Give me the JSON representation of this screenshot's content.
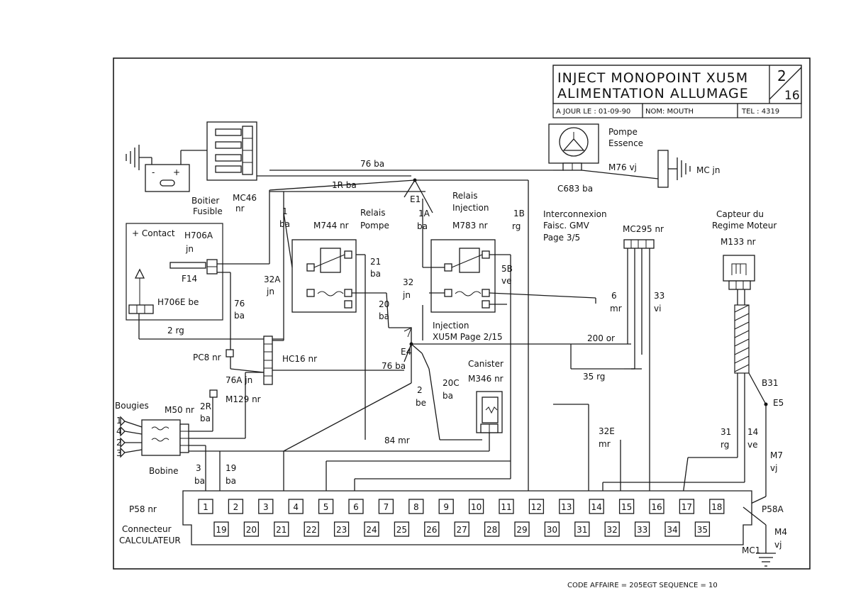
{
  "title": {
    "line1": "INJECT MONOPOINT XU5M",
    "line2": "ALIMENTATION ALLUMAGE",
    "page_num": "2",
    "page_total": "16",
    "date": "A JOUR LE : 01-09-90",
    "name": "NOM: MOUTH",
    "tel": "TEL : 4319"
  },
  "footer": "CODE AFFAIRE = 205EGT SEQUENCE = 10",
  "labels": {
    "boitier": "Boitier",
    "fusible": "Fusible",
    "mc46": "MC46",
    "nr": "nr",
    "w76ba": "76 ba",
    "w1rba": "1R ba",
    "e1": "E1",
    "pompe": "Pompe",
    "essence": "Essence",
    "m76": "M76 vj",
    "mcjn": "MC jn",
    "c683": "C683 ba",
    "contact": "+ Contact",
    "h706a": "H706A",
    "jn": "jn",
    "f14": "F14",
    "h706e": "H706E be",
    "w2rg": "2 rg",
    "w1": "1",
    "ba": "ba",
    "relais": "Relais",
    "rpompe": "Pompe",
    "m744": "M744 nr",
    "w1a": "1A",
    "rinj": "Injection",
    "m783": "M783 nr",
    "w1b": "1B",
    "rg": "rg",
    "w32a": "32A",
    "w21": "21",
    "w32": "32",
    "w5b": "5B",
    "ve": "ve",
    "w20": "20",
    "w76": "76",
    "injection": "Injection",
    "xu5m": "XU5M Page 2/15",
    "e4": "E4",
    "pc8": "PC8 nr",
    "hc16": "HC16 nr",
    "w76a": "76A jn",
    "w76ba2": "76 ba",
    "inter1": "Interconnexion",
    "inter2": "Faisc. GMV",
    "inter3": "Page 3/5",
    "mc295": "MC295 nr",
    "capteur1": "Capteur du",
    "capteur2": "Regime Moteur",
    "m133": "M133 nr",
    "w6": "6",
    "mr": "mr",
    "w33": "33",
    "vi": "vi",
    "w200": "200 or",
    "w35": "35 rg",
    "canister": "Canister",
    "m346": "M346 nr",
    "w20c": "20C",
    "w2": "2",
    "be": "be",
    "m129": "M129 nr",
    "bougies": "Bougies",
    "m50": "M50 nr",
    "w2r": "2R",
    "bobine": "Bobine",
    "w84": "84 mr",
    "w3": "3",
    "w19": "19",
    "w32e": "32E",
    "w31": "31",
    "w14": "14",
    "b31": "B31",
    "e5": "E5",
    "m7": "M7",
    "vj": "vj",
    "p58": "P58 nr",
    "conn1": "Connecteur",
    "conn2": "CALCULATEUR",
    "p58a": "P58A",
    "m4": "M4",
    "mc1": "MC1"
  },
  "connector_top": [
    "1",
    "2",
    "3",
    "4",
    "5",
    "6",
    "7",
    "8",
    "9",
    "10",
    "11",
    "12",
    "13",
    "14",
    "15",
    "16",
    "17",
    "18"
  ],
  "connector_bottom": [
    "19",
    "20",
    "21",
    "22",
    "23",
    "24",
    "25",
    "26",
    "27",
    "28",
    "29",
    "30",
    "31",
    "32",
    "33",
    "34",
    "35"
  ]
}
